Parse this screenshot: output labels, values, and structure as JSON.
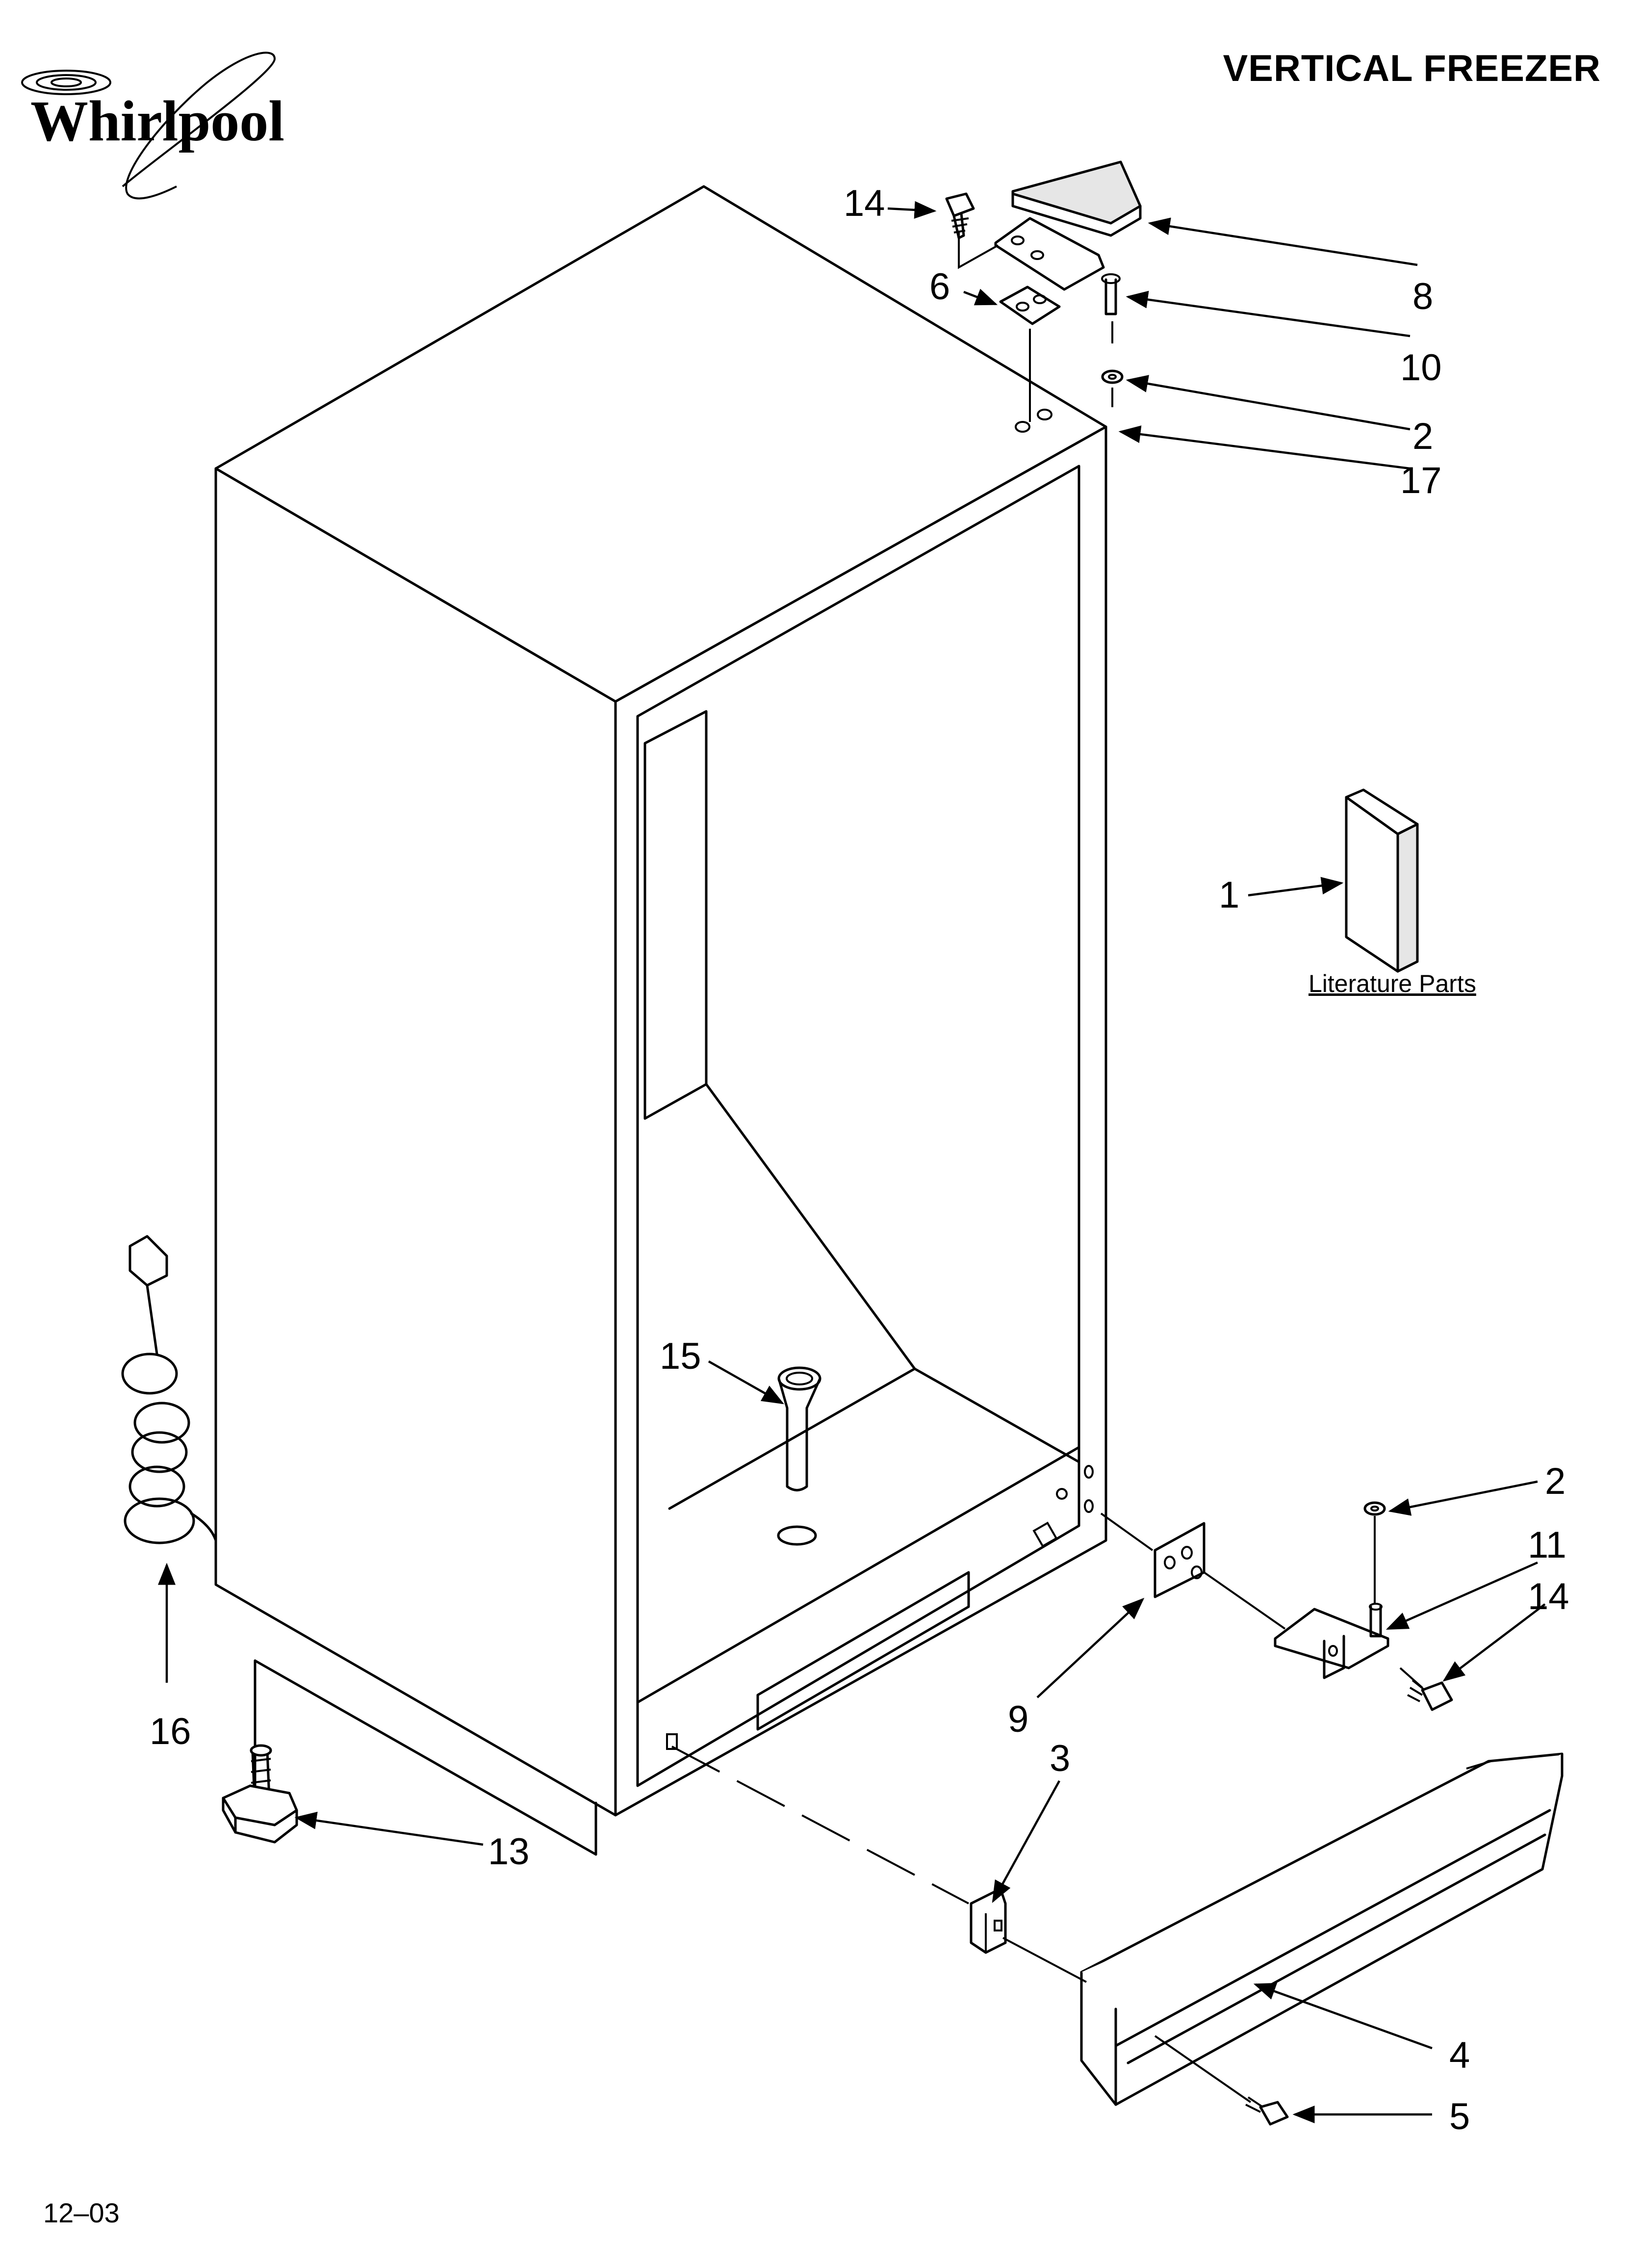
{
  "header": {
    "brand": "Whirlpool",
    "title": "VERTICAL FREEZER"
  },
  "callouts": [
    {
      "id": "c14a",
      "label": "14"
    },
    {
      "id": "c8",
      "label": "8"
    },
    {
      "id": "c6",
      "label": "6"
    },
    {
      "id": "c10",
      "label": "10"
    },
    {
      "id": "c2a",
      "label": "2"
    },
    {
      "id": "c17",
      "label": "17"
    },
    {
      "id": "c1",
      "label": "1"
    },
    {
      "id": "c15",
      "label": "15"
    },
    {
      "id": "c2b",
      "label": "2"
    },
    {
      "id": "c11",
      "label": "11"
    },
    {
      "id": "c14b",
      "label": "14"
    },
    {
      "id": "c9",
      "label": "9"
    },
    {
      "id": "c3",
      "label": "3"
    },
    {
      "id": "c16",
      "label": "16"
    },
    {
      "id": "c13",
      "label": "13"
    },
    {
      "id": "c4",
      "label": "4"
    },
    {
      "id": "c5",
      "label": "5"
    }
  ],
  "literature": {
    "label": "Literature Parts"
  },
  "footer": {
    "date_code": "12–03"
  }
}
